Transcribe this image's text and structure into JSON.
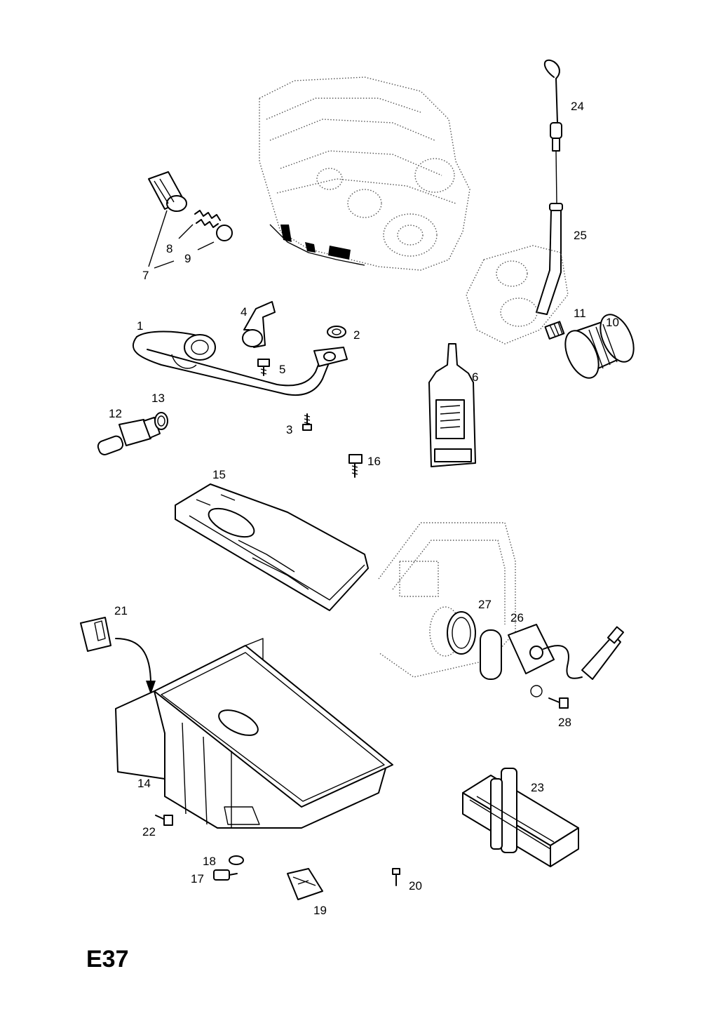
{
  "page_code": "E37",
  "callouts": [
    {
      "id": "c1",
      "label": "1"
    },
    {
      "id": "c2",
      "label": "2"
    },
    {
      "id": "c3",
      "label": "3"
    },
    {
      "id": "c4",
      "label": "4"
    },
    {
      "id": "c5",
      "label": "5"
    },
    {
      "id": "c6",
      "label": "6"
    },
    {
      "id": "c7",
      "label": "7"
    },
    {
      "id": "c8",
      "label": "8"
    },
    {
      "id": "c9",
      "label": "9"
    },
    {
      "id": "c10",
      "label": "10"
    },
    {
      "id": "c11",
      "label": "11"
    },
    {
      "id": "c12",
      "label": "12"
    },
    {
      "id": "c13",
      "label": "13"
    },
    {
      "id": "c14",
      "label": "14"
    },
    {
      "id": "c15",
      "label": "15"
    },
    {
      "id": "c16",
      "label": "16"
    },
    {
      "id": "c17",
      "label": "17"
    },
    {
      "id": "c18",
      "label": "18"
    },
    {
      "id": "c19",
      "label": "19"
    },
    {
      "id": "c20",
      "label": "20"
    },
    {
      "id": "c21",
      "label": "21"
    },
    {
      "id": "c22",
      "label": "22"
    },
    {
      "id": "c23",
      "label": "23"
    },
    {
      "id": "c24",
      "label": "24"
    },
    {
      "id": "c25",
      "label": "25"
    },
    {
      "id": "c26",
      "label": "26"
    },
    {
      "id": "c27",
      "label": "27"
    },
    {
      "id": "c28",
      "label": "28"
    }
  ]
}
